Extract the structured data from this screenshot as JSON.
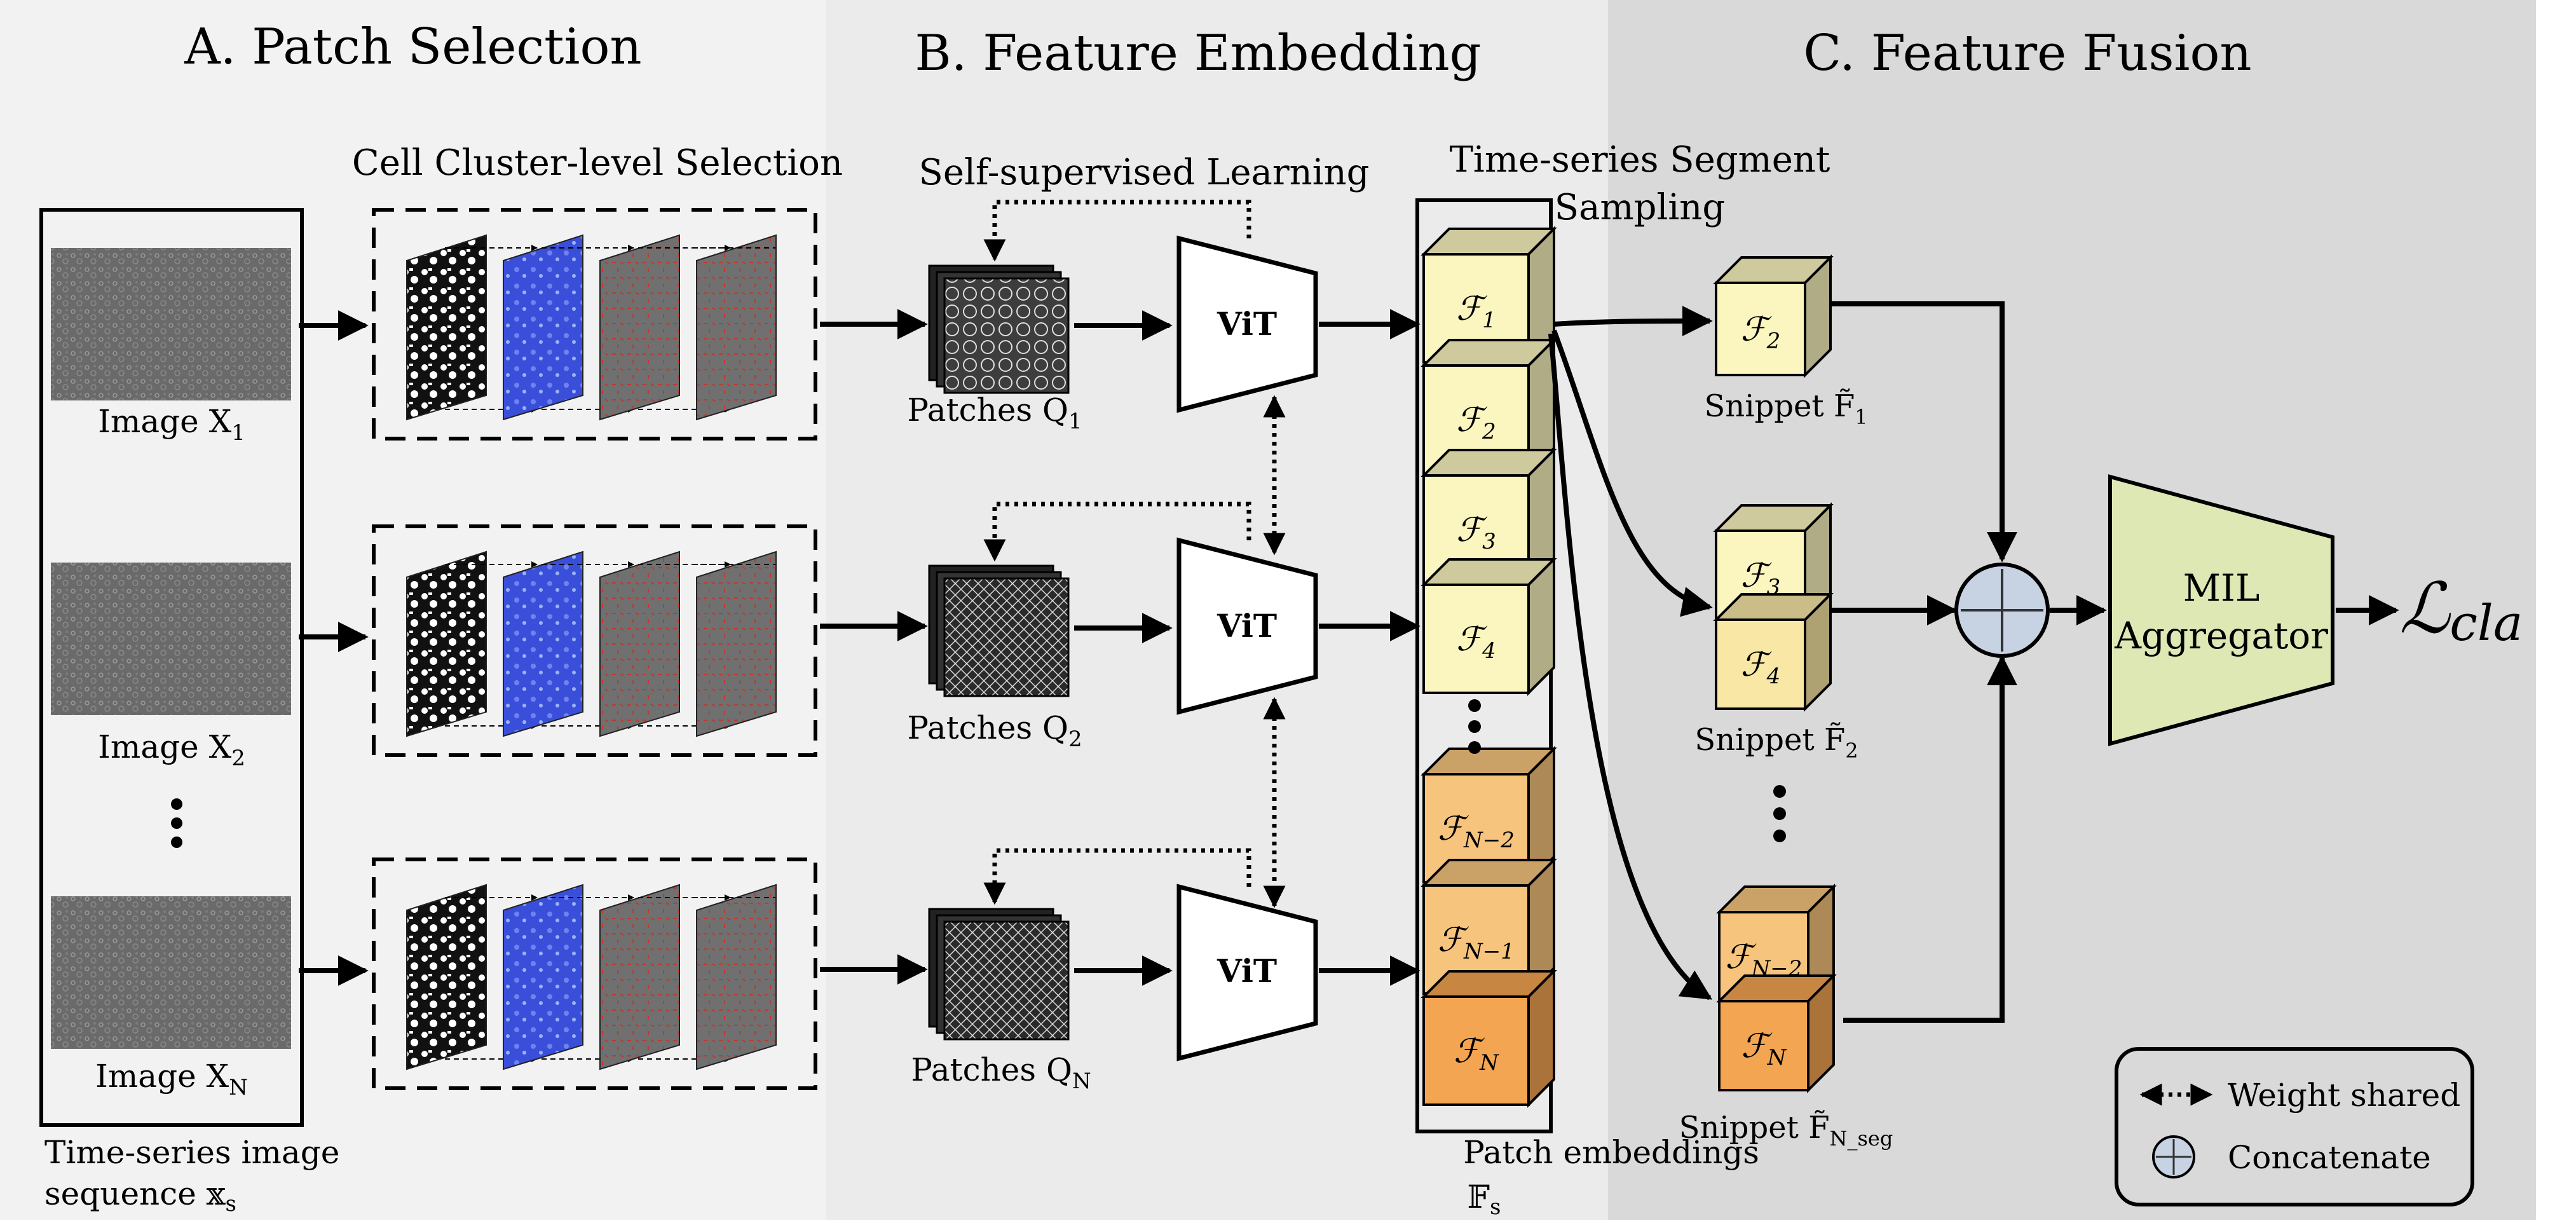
{
  "sections": {
    "a": {
      "title": "A. Patch Selection"
    },
    "b": {
      "title": "B. Feature Embedding"
    },
    "c": {
      "title": "C. Feature Fusion"
    }
  },
  "patch_selection": {
    "heading": "Cell Cluster-level Selection",
    "images": [
      {
        "label": "Image X",
        "sub": "1"
      },
      {
        "label": "Image X",
        "sub": "2"
      },
      {
        "label": "Image X",
        "sub": "N"
      }
    ],
    "sequence_caption_line1": "Time-series image",
    "sequence_caption_line2": "sequence 𝕩",
    "sequence_caption_sub": "s"
  },
  "feature_embedding": {
    "ssl_label": "Self-supervised Learning",
    "vit_label": "ViT",
    "patches": [
      {
        "label": "Patches Q",
        "sub": "1"
      },
      {
        "label": "Patches Q",
        "sub": "2"
      },
      {
        "label": "Patches Q",
        "sub": "N"
      }
    ],
    "segment_label_line1": "Time-series Segment",
    "segment_label_line2": "Sampling",
    "embeddings_caption_line1": "Patch embeddings",
    "embeddings_caption_line2": "𝔽",
    "embeddings_caption_sub": "s",
    "embedding_cubes": [
      {
        "sym": "ℱ",
        "sub": "1",
        "tone": "light"
      },
      {
        "sym": "ℱ",
        "sub": "2",
        "tone": "light"
      },
      {
        "sym": "ℱ",
        "sub": "3",
        "tone": "light"
      },
      {
        "sym": "ℱ",
        "sub": "4",
        "tone": "light"
      },
      {
        "sym": "ℱ",
        "sub": "N−2",
        "tone": "mid"
      },
      {
        "sym": "ℱ",
        "sub": "N−1",
        "tone": "mid"
      },
      {
        "sym": "ℱ",
        "sub": "N",
        "tone": "dark"
      }
    ]
  },
  "feature_fusion": {
    "snippets": [
      {
        "label": "Snippet F̃",
        "sub": "1"
      },
      {
        "label": "Snippet F̃",
        "sub": "2"
      },
      {
        "label": "Snippet F̃",
        "sub": "N_seg"
      }
    ],
    "snippet_cubes": [
      {
        "sym": "ℱ",
        "sub": "2"
      },
      {
        "sym": "ℱ",
        "sub": "3"
      },
      {
        "sym": "ℱ",
        "sub": "4"
      },
      {
        "sym": "ℱ",
        "sub": "N−2"
      },
      {
        "sym": "ℱ",
        "sub": "N"
      }
    ],
    "aggregator_line1": "MIL",
    "aggregator_line2": "Aggregator",
    "loss_symbol": "ℒ",
    "loss_sub": "cla"
  },
  "legend": {
    "weight_shared": "Weight shared",
    "concatenate": "Concatenate"
  },
  "colors": {
    "panel_a": "#f2f2f2",
    "panel_b": "#ebebeb",
    "panel_c": "#d9d9d9",
    "cube_light": "#fbf6bf",
    "cube_mid": "#f6c47c",
    "cube_dark": "#f3a552",
    "aggregator_fill": "#dde8b5",
    "concat_fill": "#c7d2e3",
    "cell_gray": "#6e6e6e",
    "overlay_blue": "#3a4fd9"
  }
}
